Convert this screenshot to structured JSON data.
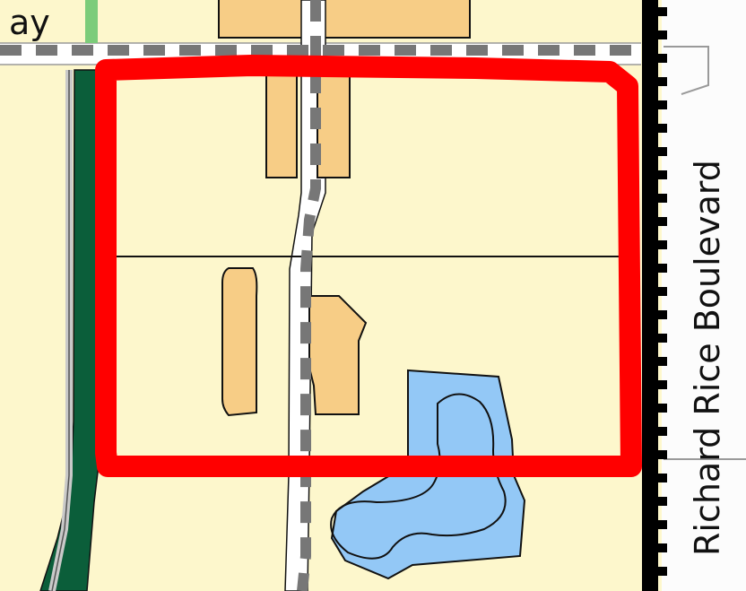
{
  "map": {
    "labels": {
      "street_vertical": "Richard Rice Boulevard",
      "street_top_partial": "ay"
    },
    "colors": {
      "residential_parcel": "#fdf7cc",
      "building": "#f7cd86",
      "water": "#93c8f6",
      "water_outline": "#111111",
      "greenbelt_dark": "#0b5e3a",
      "greenbelt_light": "#7ccc7a",
      "roadway_white": "#ffffff",
      "trail_dash": "#777777",
      "highlight_boundary": "#ff0000",
      "railroad": "#000000",
      "parcel_line": "#111111",
      "background_light": "#fcfcfc",
      "road_outline": "#9a9a9a"
    },
    "legend_semantics": [
      "highlighted-area-outline",
      "multi-use-trail",
      "railroad-line"
    ]
  }
}
